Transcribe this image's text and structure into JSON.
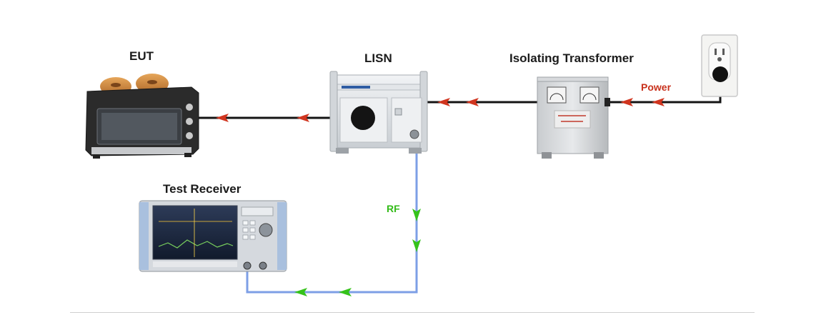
{
  "labels": {
    "eut": "EUT",
    "lisn": "LISN",
    "transformer": "Isolating Transformer",
    "receiver": "Test Receiver",
    "power": "Power",
    "rf": "RF"
  },
  "colors": {
    "power_arrow": "#d0351f",
    "rf_arrow": "#35c21a",
    "power_cable": "#141414",
    "rf_cable": "#7d9fe6",
    "power_text": "#c8311c",
    "rf_text": "#33bb18"
  },
  "icons": [
    "wall-outlet-icon",
    "toaster-oven-icon",
    "lisn-device-icon",
    "transformer-cabinet-icon",
    "spectrum-receiver-icon"
  ]
}
